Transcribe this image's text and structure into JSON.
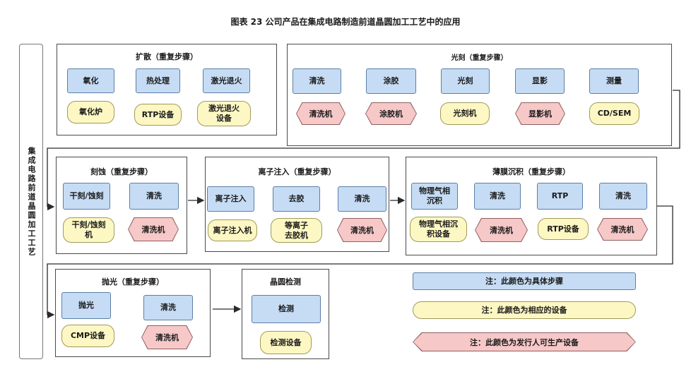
{
  "title": "图表 23  公司产品在集成电路制造前道晶圆加工工艺中的应用",
  "side_label": "集成电路前道晶圆加工工艺",
  "groups": {
    "diffusion": {
      "title": "扩散（重复步骤）",
      "steps": [
        "氧化",
        "热处理",
        "激光退火"
      ],
      "equipment": [
        "氧化炉",
        "RTP设备",
        "激光退火\n设备"
      ]
    },
    "lithography": {
      "title": "光刻（重复步骤）",
      "steps": [
        "清洗",
        "涂胶",
        "光刻",
        "显影",
        "测量"
      ],
      "equipment": [
        "清洗机",
        "涂胶机",
        "光刻机",
        "显影机",
        "CD/SEM"
      ]
    },
    "etching": {
      "title": "刻蚀（重复步骤）",
      "steps": [
        "干刻/蚀刻",
        "清洗"
      ],
      "equipment": [
        "干刻/蚀刻\n机",
        "清洗机"
      ]
    },
    "implant": {
      "title": "离子注入（重复步骤）",
      "steps": [
        "离子注入",
        "去胶",
        "清洗"
      ],
      "equipment": [
        "离子注入机",
        "等离子\n去胶机",
        "清洗机"
      ]
    },
    "deposition": {
      "title": "薄膜沉积（重复步骤）",
      "steps": [
        "物理气相\n沉积",
        "清洗",
        "RTP",
        "清洗"
      ],
      "equipment": [
        "物理气相沉\n积设备",
        "清洗机",
        "RTP设备",
        "清洗机"
      ]
    },
    "polish": {
      "title": "抛光（重复步骤）",
      "steps": [
        "抛光",
        "清洗"
      ],
      "equipment": [
        "CMP设备",
        "清洗机"
      ]
    },
    "inspection": {
      "title": "晶圆检测",
      "steps": [
        "检测"
      ],
      "equipment": [
        "检测设备"
      ]
    }
  },
  "legend": {
    "step": "注：此颜色为具体步骤",
    "equipment": "注：此颜色为相应的设备",
    "maker": "注：此颜色为发行人可生产设备"
  },
  "colors": {
    "step": "#c6dcf4",
    "equipment": "#fdf7c3",
    "maker": "#f7c8c8"
  }
}
